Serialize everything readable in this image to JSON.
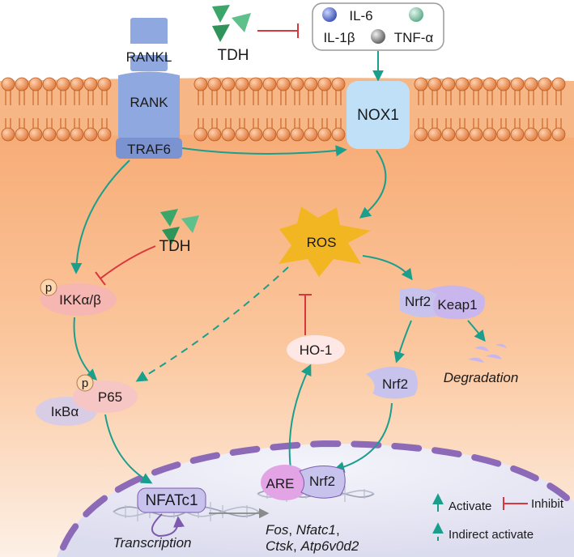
{
  "labels": {
    "tdh_top": "TDH",
    "tdh_mid": "TDH",
    "il6": "IL-6",
    "il1b": "IL-1β",
    "tnfa": "TNF-α",
    "rankl": "RANKL",
    "rank": "RANK",
    "traf6": "TRAF6",
    "nox1": "NOX1",
    "ros": "ROS",
    "p_ikk": "p",
    "ikk": "IKKα/β",
    "p_p65": "p",
    "p65": "P65",
    "ikba": "IκBα",
    "ho1": "HO-1",
    "nrf2_keap": "Nrf2",
    "keap1": "Keap1",
    "degradation": "Degradation",
    "nrf2_free": "Nrf2",
    "are": "ARE",
    "nrf2_nuc": "Nrf2",
    "nfatc1": "NFATc1",
    "transcription": "Transcription"
  },
  "genes": {
    "fos": "Fos",
    "sep1": ", ",
    "nfatc1": "Nfatc1",
    "sep2": ",",
    "ctsk": "Ctsk",
    "sep3": ", ",
    "atp": "Atp6v0d2"
  },
  "legend": {
    "activate": "Activate",
    "inhibit": "Inhibit",
    "indirect": "Indirect activate"
  },
  "colors": {
    "activate_arrow": "#1a9f8c",
    "inhibit_line": "#d9363e",
    "membrane": "#e8894a",
    "cytoplasm": "#f9b078",
    "nucleus": "#e8e9f7",
    "nuclear_envelope": "#8c6ab8",
    "ros": "#f2b623",
    "nrf2": "#c7c3ec",
    "keap1": "#c9b6ec",
    "ikk": "#f6b6b2",
    "receptor": "#8fa8e0",
    "nox1": "#bfe0f7",
    "tdh_icon": "#3aa66a"
  }
}
